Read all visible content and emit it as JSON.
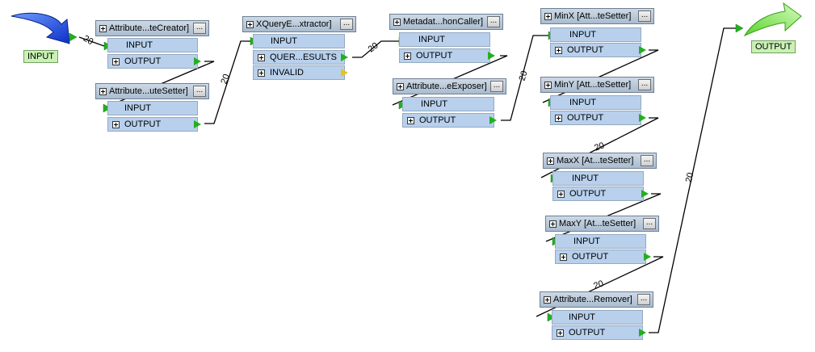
{
  "io": {
    "input_label": "INPUT",
    "output_label": "OUTPUT"
  },
  "transformers": {
    "attr_creator": {
      "title": "Attribute...teCreator]",
      "in": "INPUT",
      "out": "OUTPUT"
    },
    "attr_setter": {
      "title": "Attribute...uteSetter]",
      "in": "INPUT",
      "out": "OUTPUT"
    },
    "xquery": {
      "title": "XQueryE...xtractor]",
      "in": "INPUT",
      "out1": "QUER...ESULTS",
      "out2": "INVALID"
    },
    "metadata": {
      "title": "Metadat...honCaller]",
      "in": "INPUT",
      "out": "OUTPUT"
    },
    "exposer": {
      "title": "Attribute...eExposer]",
      "in": "INPUT",
      "out": "OUTPUT"
    },
    "minx": {
      "title": "MinX [Att...teSetter]",
      "in": "INPUT",
      "out": "OUTPUT"
    },
    "miny": {
      "title": "MinY [Att...teSetter]",
      "in": "INPUT",
      "out": "OUTPUT"
    },
    "maxx": {
      "title": "MaxX [At...teSetter]",
      "in": "INPUT",
      "out": "OUTPUT"
    },
    "maxy": {
      "title": "MaxY [At...teSetter]",
      "in": "INPUT",
      "out": "OUTPUT"
    },
    "remover": {
      "title": "Attribute...Remover]",
      "in": "INPUT",
      "out": "OUTPUT"
    }
  },
  "dots_label": "...",
  "connections": {
    "input_to_creator": "20",
    "setter_to_xquery": "20",
    "xquery_to_metadata": "20",
    "exposer_to_minx": "20",
    "miny_to_maxx": "20",
    "maxy_to_remover": "20",
    "remover_to_output": "20"
  },
  "colors": {
    "port_fill": "#b8d0ec",
    "header_fill": "#a9bccf",
    "output_arrow": "#22b01f",
    "invalid_arrow": "#e6c41a",
    "input_arrow": "#1a3fd6"
  }
}
